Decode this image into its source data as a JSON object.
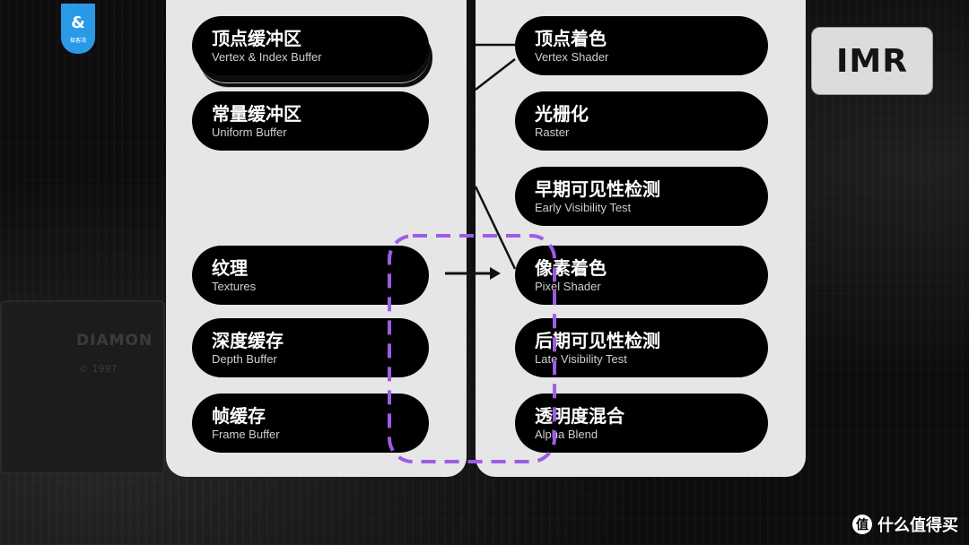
{
  "logo_left": {
    "glyph": "&",
    "text": "极客湾"
  },
  "badge": {
    "label": "IMR"
  },
  "left_column": [
    {
      "zh": "顶点缓冲区",
      "en": "Vertex & Index Buffer"
    },
    {
      "zh": "常量缓冲区",
      "en": "Uniform Buffer"
    },
    {
      "zh": "纹理",
      "en": "Textures"
    },
    {
      "zh": "深度缓存",
      "en": "Depth Buffer"
    },
    {
      "zh": "帧缓存",
      "en": "Frame Buffer"
    }
  ],
  "right_column": [
    {
      "zh": "顶点着色",
      "en": "Vertex Shader"
    },
    {
      "zh": "光栅化",
      "en": "Raster"
    },
    {
      "zh": "早期可见性检测",
      "en": "Early Visibility Test"
    },
    {
      "zh": "像素着色",
      "en": "Pixel Shader"
    },
    {
      "zh": "后期可见性检测",
      "en": "Late Visibility Test"
    },
    {
      "zh": "透明度混合",
      "en": "Alpha Blend"
    }
  ],
  "background": {
    "chip_label": "DIAMON",
    "chip_year": "© 1997"
  },
  "watermark": {
    "badge": "值",
    "text": "什么值得买"
  },
  "colors": {
    "highlight": "#9b5de5",
    "pill": "#000000",
    "panel": "#e6e6e6",
    "logo": "#2b9ae6"
  }
}
